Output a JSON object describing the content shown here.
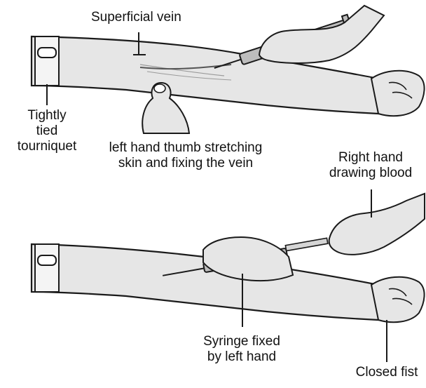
{
  "labels": {
    "superficial_vein": "Superficial vein",
    "tourniquet": [
      "Tightly",
      "tied",
      "tourniquet"
    ],
    "left_thumb": [
      "left hand thumb stretching",
      "skin and fixing the vein"
    ],
    "right_hand": [
      "Right hand",
      "drawing blood"
    ],
    "syringe_fixed": [
      "Syringe fixed",
      "by left hand"
    ],
    "closed_fist": "Closed fist"
  },
  "colors": {
    "skin": "#e6e6e6",
    "skin_shade": "#cfcfcf",
    "outline": "#1a1a1a",
    "tourniquet": "#f4f4f4",
    "syringe": "#bdbdbd"
  }
}
